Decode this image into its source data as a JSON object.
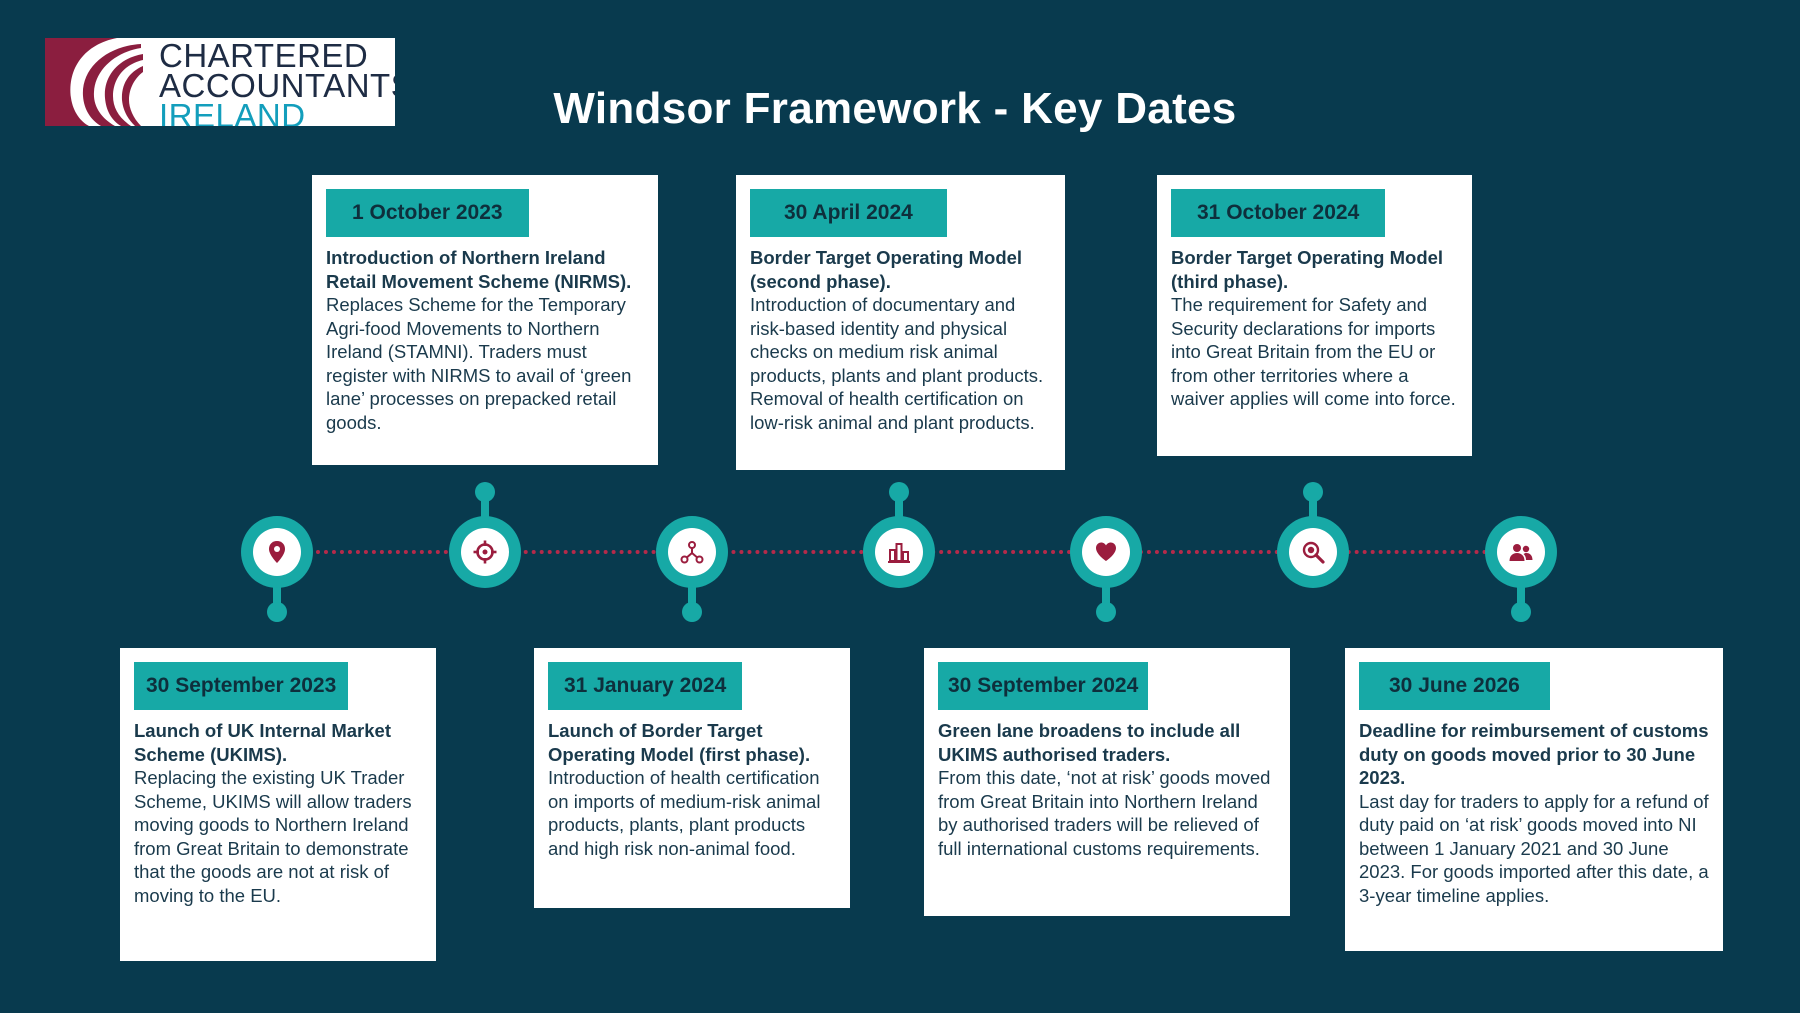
{
  "logo": {
    "line1": "CHARTERED",
    "line2": "ACCOUNTANTS",
    "line3": "IRELAND",
    "colors": {
      "maroon": "#8b1e3f",
      "navy": "#1e2c44",
      "blue": "#139ebc"
    }
  },
  "title": "Windsor Framework - Key Dates",
  "colors": {
    "background": "#083a4e",
    "teal": "#17a9a6",
    "dots": "#b52a4a",
    "icon": "#9b1d3e"
  },
  "timeline": {
    "nodes": [
      {
        "icon": "map-pin-icon"
      },
      {
        "icon": "crosshair-icon"
      },
      {
        "icon": "network-icon"
      },
      {
        "icon": "bar-chart-icon"
      },
      {
        "icon": "heart-icon"
      },
      {
        "icon": "search-icon"
      },
      {
        "icon": "people-icon"
      }
    ]
  },
  "events_top": [
    {
      "date": "1 October 2023",
      "heading": "Introduction of Northern Ireland Retail Movement Scheme (NIRMS).",
      "body": "Replaces Scheme for the Temporary Agri-food Movements to Northern Ireland (STAMNI). Traders must register with NIRMS to avail of ‘green lane’ processes on prepacked retail goods."
    },
    {
      "date": "30 April 2024",
      "heading": "Border Target Operating Model (second phase).",
      "body": "Introduction of documentary and risk-based identity and physical checks on medium risk animal products, plants and plant products. Removal of health certification on low-risk animal and plant products."
    },
    {
      "date": "31 October 2024",
      "heading": "Border Target Operating Model (third phase).",
      "body": "The requirement for Safety and Security declarations for imports into Great Britain from the EU or from other territories where a waiver applies will come into force."
    }
  ],
  "events_bottom": [
    {
      "date": "30 September 2023",
      "heading": "Launch of UK Internal Market Scheme (UKIMS).",
      "body": "Replacing the existing UK Trader Scheme, UKIMS will allow traders moving goods to Northern Ireland from Great Britain to demonstrate that the goods are not at risk of moving to the EU."
    },
    {
      "date": "31 January 2024",
      "heading": "Launch of Border Target Operating Model (first phase).",
      "body": "Introduction of health certification on imports of medium-risk animal products, plants, plant products and high risk non-animal food."
    },
    {
      "date": "30 September 2024",
      "heading": "Green lane broadens to include all UKIMS authorised traders.",
      "body": "From this date, ‘not at risk’ goods moved from Great Britain into Northern Ireland by authorised traders will be relieved of full international customs requirements."
    },
    {
      "date": "30 June 2026",
      "heading": "Deadline for reimbursement of customs duty on goods moved prior to 30 June 2023.",
      "body": "Last day for traders to apply for a refund of duty paid on ‘at risk’ goods moved into NI between 1 January 2021 and 30 June 2023. For goods imported after this date, a 3-year timeline applies."
    }
  ]
}
